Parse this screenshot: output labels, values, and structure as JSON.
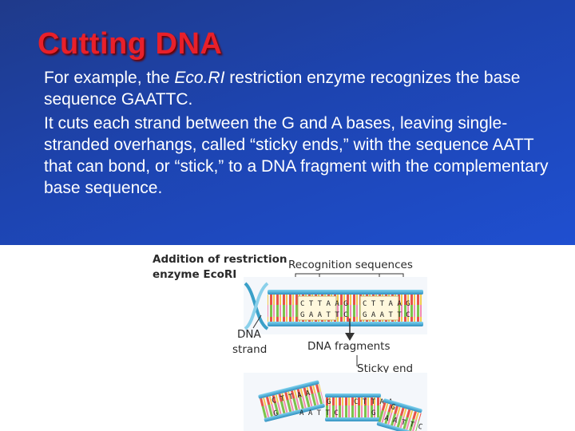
{
  "slide": {
    "title": "Cutting DNA",
    "para1_a": "For example, the ",
    "para1_em": "Eco.RI",
    "para1_b": " restriction enzyme recognizes the base sequence GAATTC.",
    "para2": "It cuts each strand between the G and A bases, leaving single-stranded overhangs, called “sticky ends,” with the sequence AATT that can bond, or “stick,” to a DNA fragment with the complementary base sequence."
  },
  "figure": {
    "label_enzyme_1": "Addition of restriction",
    "label_enzyme_2": "enzyme EcoRI",
    "label_recognition": "Recognition sequences",
    "label_dna_1": "DNA",
    "label_dna_2": "strand",
    "label_fragments": "DNA fragments",
    "label_sticky": "Sticky end",
    "seq_top": "C T T A A G",
    "seq_bottom": "G A A T T C",
    "frag_top_a": "C T T A A",
    "frag_bottom_a": "G",
    "frag_top_b": "G",
    "frag_bottom_b": "A A T T C",
    "frag_top_c": "C T T A A",
    "frag_top_d": "G",
    "frag_bottom_c": "G",
    "frag_bottom_d": "A A T T C"
  },
  "colors": {
    "title": "#e8202a",
    "background_top": "#1d44b0",
    "backbone": "#3aa0c8",
    "rung_red": "#e8534a",
    "rung_green": "#7cc44a",
    "rung_yellow": "#f2c94c",
    "rung_pink": "#f28ab0"
  }
}
